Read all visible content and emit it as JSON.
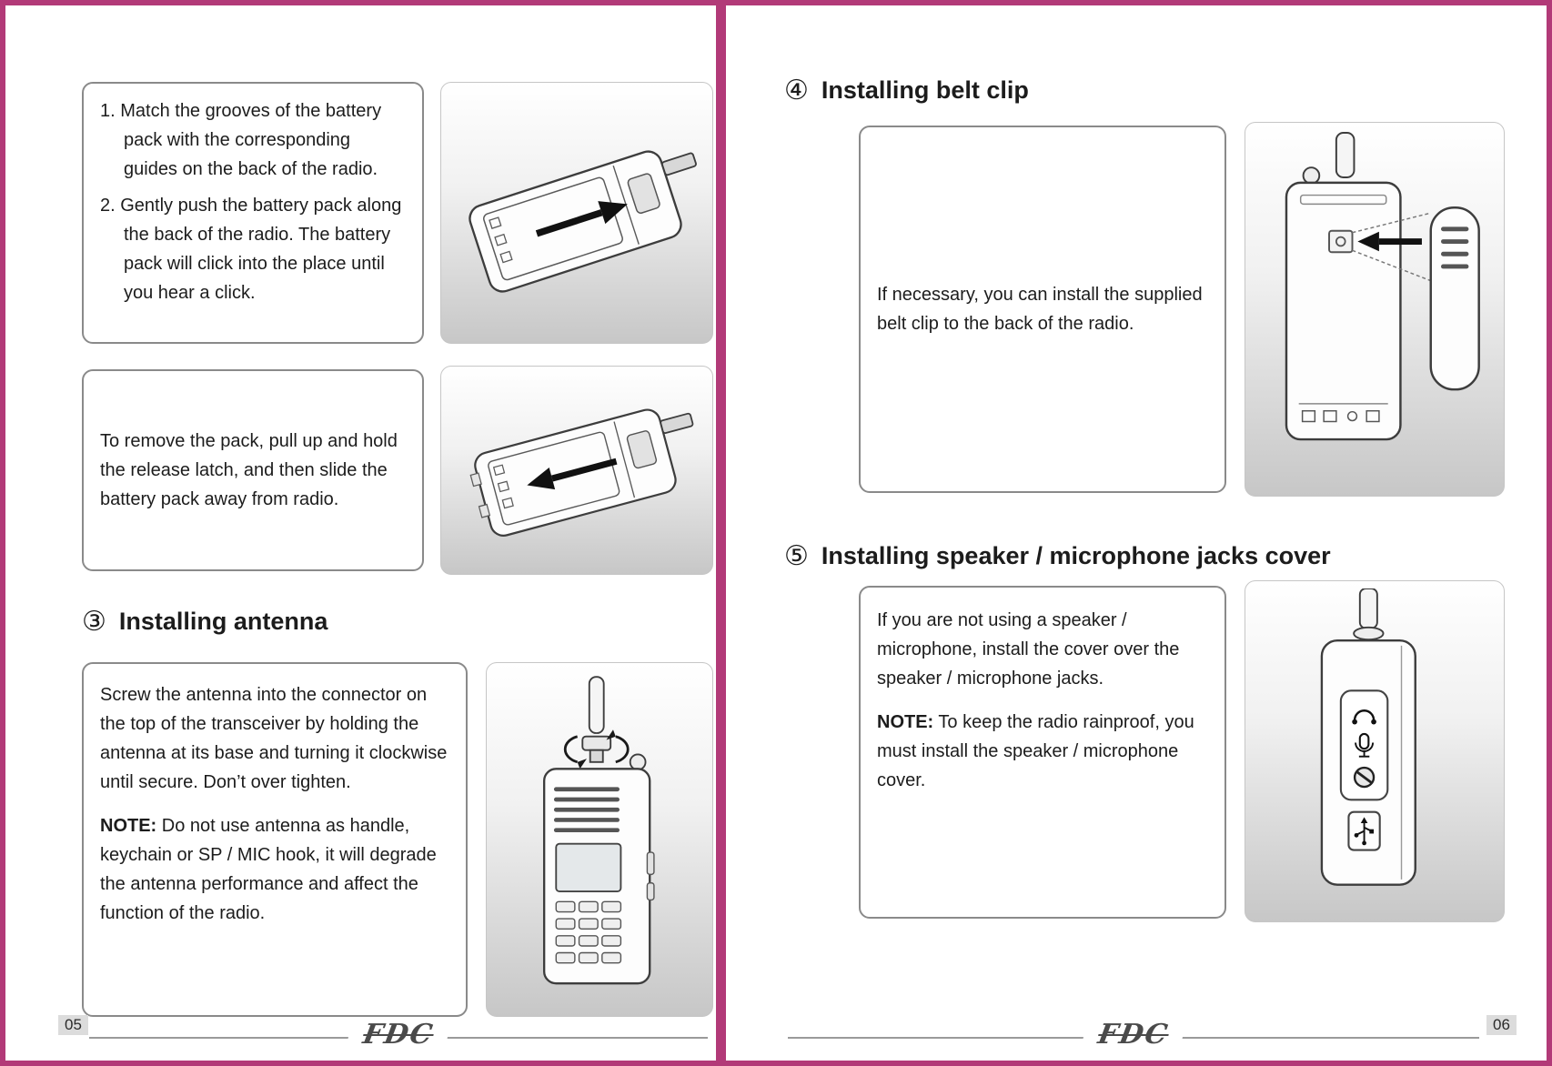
{
  "colors": {
    "frame": "#b23a78",
    "line_art": "#3d3d3d",
    "footer_rule": "#9a9a9a"
  },
  "left_page": {
    "page_number": "05",
    "logo": "FDC",
    "battery_install": {
      "item1": "1. Match the grooves of the battery pack with the corresponding guides on the back of the radio.",
      "item2": "2. Gently push the battery pack along the back of the radio. The battery pack will click into the place until you hear a click."
    },
    "battery_remove": {
      "text": "To remove the pack, pull up and hold the release latch, and then slide the battery pack away from radio."
    },
    "antenna": {
      "number": "③",
      "title": "Installing antenna",
      "body": "Screw the antenna into the connector on the top of the transceiver by holding the antenna at its base and turning it clockwise until secure. Don’t over tighten.",
      "note_label": "NOTE:",
      "note_text": "Do not use antenna as handle, keychain or SP / MIC hook, it will degrade the antenna performance and affect the function of the radio."
    }
  },
  "right_page": {
    "page_number": "06",
    "logo": "FDC",
    "belt_clip": {
      "number": "④",
      "title": "Installing belt clip",
      "body": "If necessary, you can install the supplied belt clip to the back of the radio."
    },
    "jacks_cover": {
      "number": "⑤",
      "title": "Installing speaker / microphone jacks cover",
      "body": "If you are not using a speaker / microphone, install the cover over the speaker / microphone jacks.",
      "note_label": "NOTE:",
      "note_text": "To keep the radio rainproof, you must install the speaker / microphone cover."
    }
  }
}
